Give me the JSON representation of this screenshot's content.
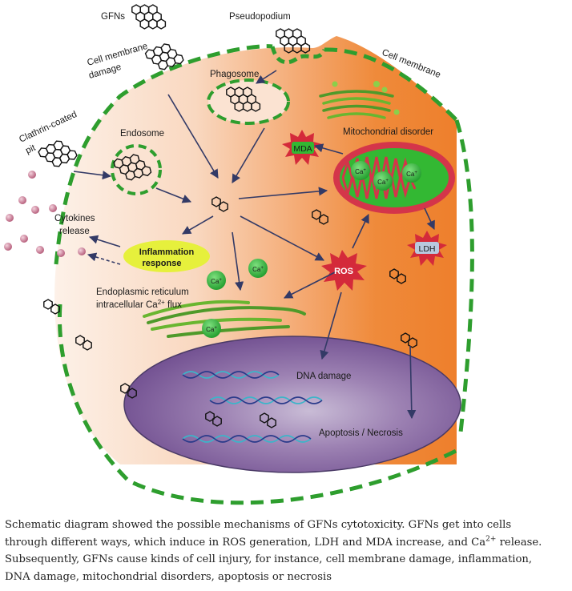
{
  "labels": {
    "gfns": "GFNs",
    "pseudopodium": "Pseudopodium",
    "cell_membrane": "Cell membrane",
    "cell_membrane_damage_1": "Cell membrane",
    "cell_membrane_damage_2": "damage",
    "phagosome": "Phagosome",
    "clathrin_1": "Clathrin-coated",
    "clathrin_2": "pit",
    "endosome": "Endosome",
    "mitochondrial_disorder": "Mitochondrial disorder",
    "mda": "MDA",
    "ldh": "LDH",
    "ros": "ROS",
    "cytokines_1": "Cytokines",
    "cytokines_2": "release",
    "inflammation_1": "Inflammation",
    "inflammation_2": "response",
    "er_1": "Endoplasmic reticulum",
    "er_2_prefix": "intracellular Ca",
    "er_2_sup": "2+",
    "er_2_suffix": " flux",
    "ca": "Ca",
    "ca_sup": "+",
    "dna_damage": "DNA damage",
    "apoptosis": "Apoptosis / Necrosis"
  },
  "caption": {
    "line1": "Schematic diagram showed the possible mechanisms of GFNs cytotoxicity. GFNs get into cells",
    "line2_prefix": "through different ways, which induce in ROS generation, LDH and MDA increase, and Ca",
    "line2_sup": "2+",
    "line2_suffix": " release.",
    "line3": "Subsequently, GFNs cause kinds of cell injury, for instance, cell membrane damage, inflammation,",
    "line4": "DNA damage, mitochondrial disorders, apoptosis or necrosis"
  },
  "colors": {
    "membrane_dash": "#2e9e2e",
    "cytoplasm_light": "#fbe6d6",
    "cytoplasm_dark": "#ef8a3a",
    "nucleus": "#7e5a9c",
    "mitochondrion": "#d4354a",
    "mito_matrix": "#33b833",
    "ros_burst": "#d42a3a",
    "inflammation_fill": "#e6f03c",
    "cytokine_bead": "#c77a92"
  },
  "icons": [
    "graphene-hexagon-icon",
    "cytokine-bead-icon",
    "ros-burst-icon",
    "mda-burst-icon",
    "ldh-burst-icon",
    "calcium-ion-icon",
    "dna-helix-icon",
    "golgi-stack-icon",
    "endoplasmic-reticulum-icon"
  ]
}
